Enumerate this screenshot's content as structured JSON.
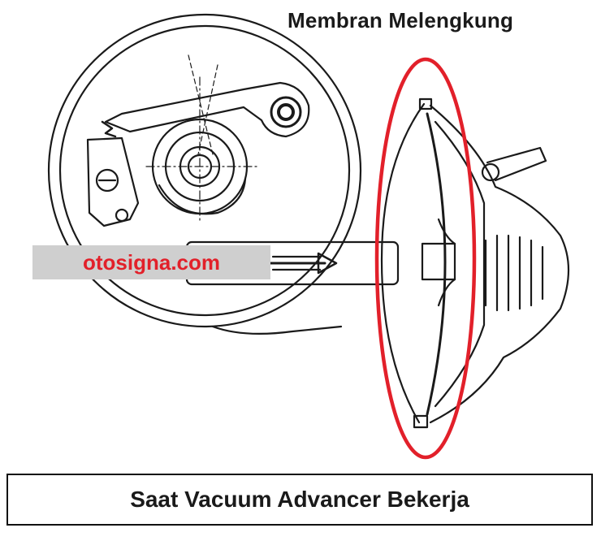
{
  "diagram": {
    "label_membrane": "Membran Melengkung",
    "watermark": "otosigna.com",
    "caption": "Saat Vacuum Advancer Bekerja",
    "colors": {
      "line": "#1a1a1a",
      "highlight": "#e2202a",
      "watermark_bg": "#cfcfcf"
    }
  }
}
